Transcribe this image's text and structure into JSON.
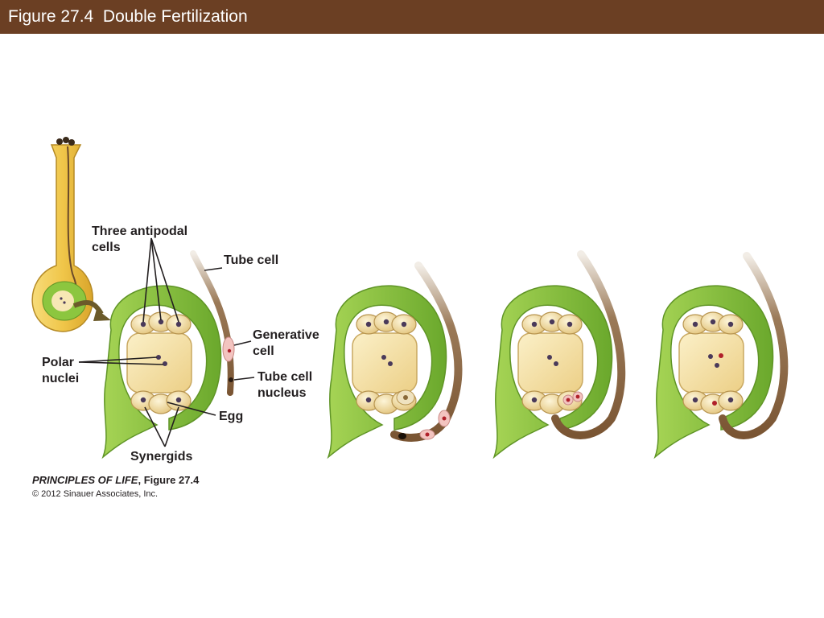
{
  "slide": {
    "title": "Figure 27.4  Double Fertilization"
  },
  "labels": {
    "three_antipodal_1": "Three antipodal",
    "three_antipodal_2": "cells",
    "tube_cell": "Tube cell",
    "generative_1": "Generative",
    "generative_2": "cell",
    "tube_nucleus_1": "Tube cell",
    "tube_nucleus_2": "nucleus",
    "polar_1": "Polar",
    "polar_2": "nuclei",
    "egg": "Egg",
    "synergids": "Synergids"
  },
  "credit": {
    "book": "PRINCIPLES OF LIFE",
    "figure": ", Figure 27.4",
    "copyright": "© 2012 Sinauer Associates, Inc."
  },
  "colors": {
    "title_bar": "#6b3f23",
    "integument": "#8cc63f",
    "sac": "#f5e3ad",
    "pollen_tube": "#7a5a3a",
    "nucleus": "#4a3a5a",
    "sperm": "#b0202a"
  }
}
